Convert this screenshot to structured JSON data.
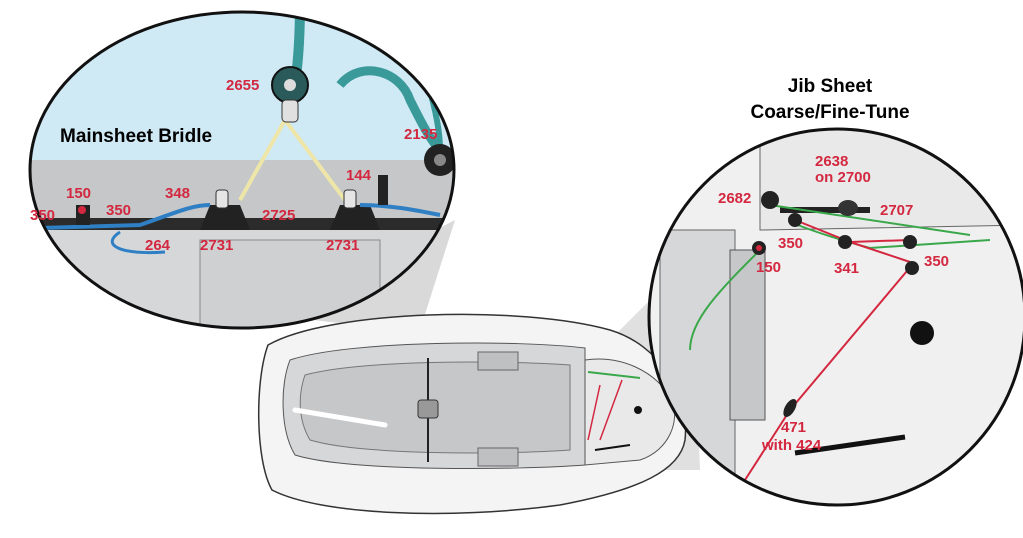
{
  "titles": {
    "mainsheet_bridle": "Mainsheet Bridle",
    "jib_sheet_line1": "Jib Sheet",
    "jib_sheet_line2": "Coarse/Fine-Tune"
  },
  "bridle_labels": {
    "l2655": "2655",
    "l2135": "2135",
    "l144": "144",
    "l150": "150",
    "l350_left": "350",
    "l350_mid": "350",
    "l348": "348",
    "l264": "264",
    "l2731_left": "2731",
    "l2725": "2725",
    "l2731_right": "2731"
  },
  "jib_labels": {
    "l2638": "2638",
    "on2700": "on 2700",
    "l2682": "2682",
    "l2707": "2707",
    "l350_a": "350",
    "l150": "150",
    "l341": "341",
    "l350_b": "350",
    "l471": "471",
    "with424": "with 424"
  },
  "colors": {
    "label_red": "#d3283f",
    "sky": "#cfe9f5",
    "deck_gray": "#d6d7d9",
    "line_blue": "#2f7fc4",
    "line_teal": "#3a9a9a",
    "line_green": "#3aa84a",
    "bridle_yellow": "#eee6a8"
  }
}
